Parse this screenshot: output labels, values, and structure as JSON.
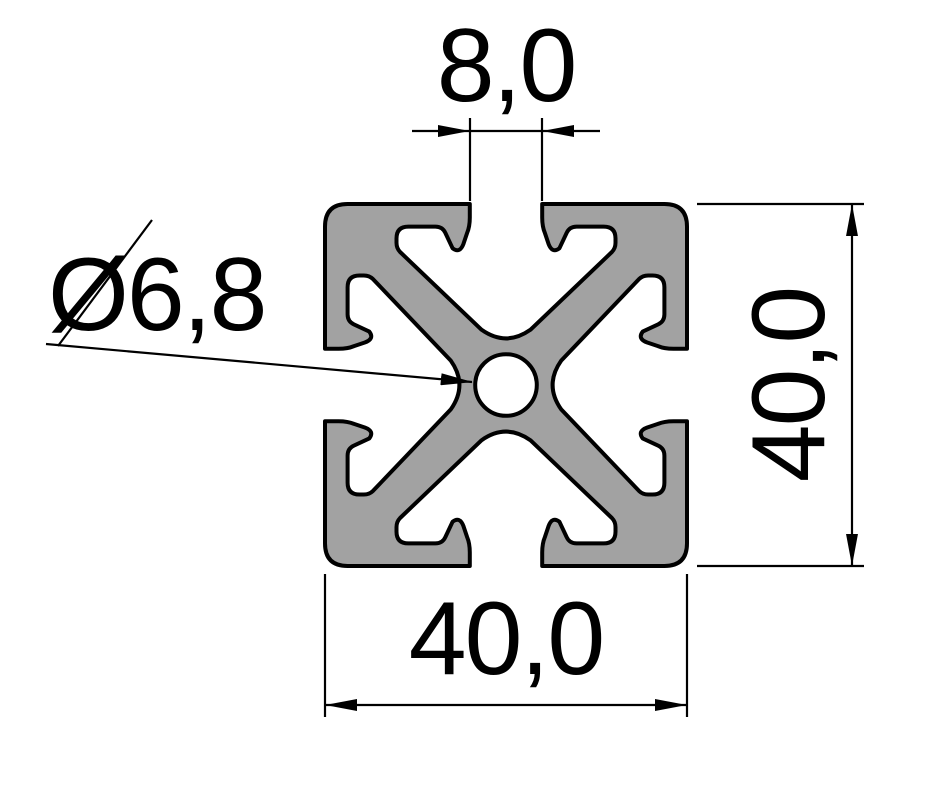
{
  "drawing": {
    "type": "technical-drawing",
    "subject": "aluminium-t-slot-profile-cross-section",
    "background_color": "#ffffff",
    "line_color": "#000000",
    "profile_fill_color": "#a2a2a2",
    "dimensions": {
      "slot_width": {
        "label": "8,0",
        "value_mm": 8.0,
        "position": "top"
      },
      "bore_diameter": {
        "label": "Ø6,8",
        "value_mm": 6.8,
        "position": "left-leader"
      },
      "profile_height": {
        "label": "40,0",
        "value_mm": 40.0,
        "position": "right"
      },
      "profile_width": {
        "label": "40,0",
        "value_mm": 40.0,
        "position": "bottom"
      }
    },
    "geometry": {
      "profile_size_mm": 40,
      "slot_opening_mm": 8,
      "bore_diameter_mm": 6.8,
      "corner_radius_mm": 2.5
    }
  }
}
